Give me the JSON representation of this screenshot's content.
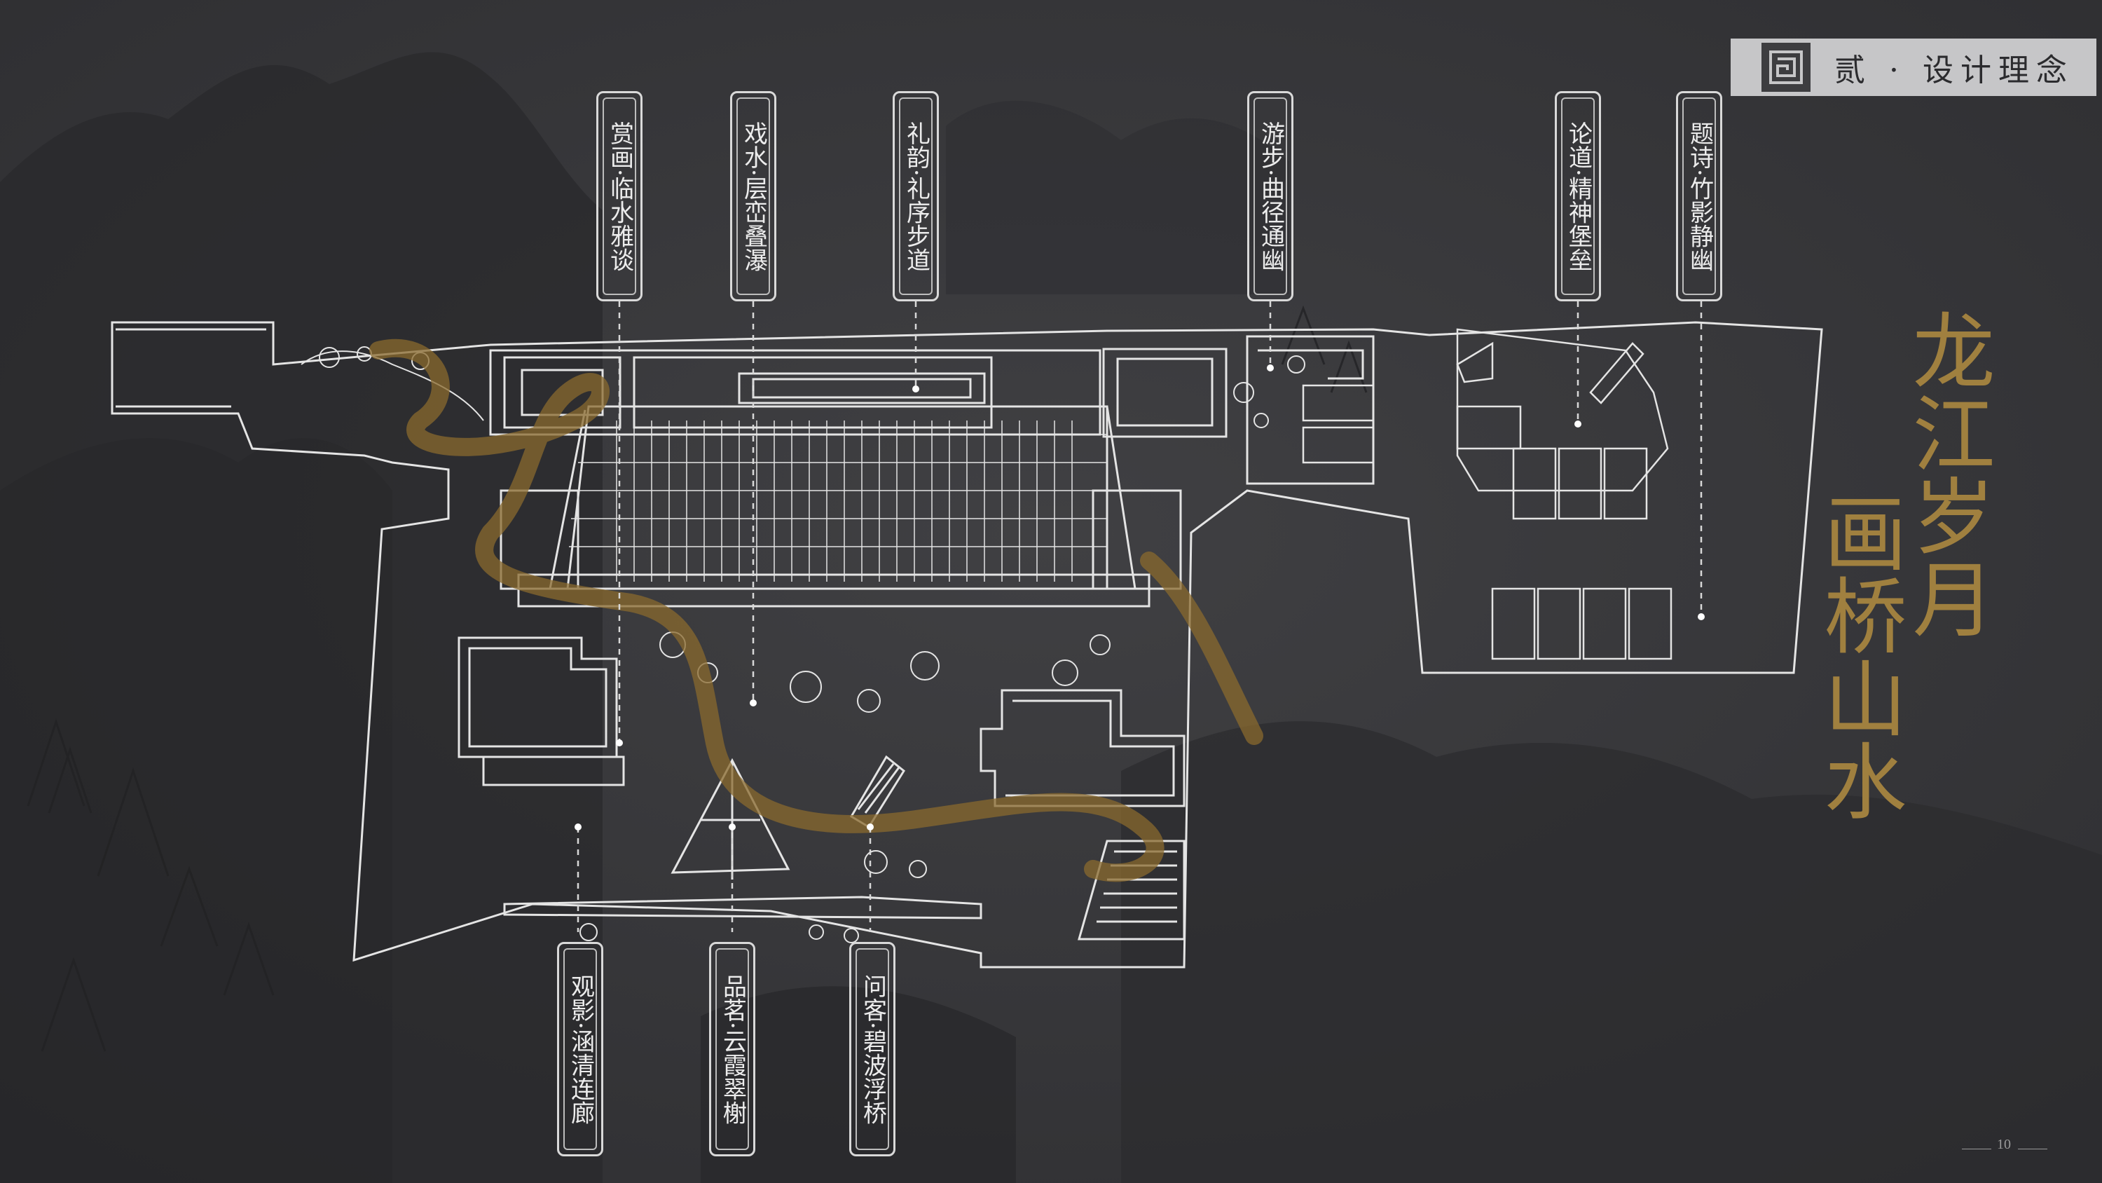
{
  "header": {
    "title": "贰 · 设计理念",
    "emblem_icon": "fret-pattern-icon"
  },
  "poem_title": {
    "line1": "龙江岁月",
    "line2": "画桥山水",
    "color": "#a0803f"
  },
  "top_labels": [
    {
      "text": "赏画·临水雅谈"
    },
    {
      "text": "戏水·层峦叠瀑"
    },
    {
      "text": "礼韵·礼序步道"
    },
    {
      "text": "游步·曲径通幽"
    },
    {
      "text": "论道·精神堡垒"
    },
    {
      "text": "题诗·竹影静幽"
    }
  ],
  "bottom_labels": [
    {
      "text": "观影·涵清连廊"
    },
    {
      "text": "品茗·云霞翠榭"
    },
    {
      "text": "问客·碧波浮桥"
    }
  ],
  "page_number": "10",
  "colors": {
    "background": "#37373a",
    "line_art": "#e6e6e6",
    "gold_brush": "#8a6a2e",
    "header_bg": "#c6c6c8"
  }
}
